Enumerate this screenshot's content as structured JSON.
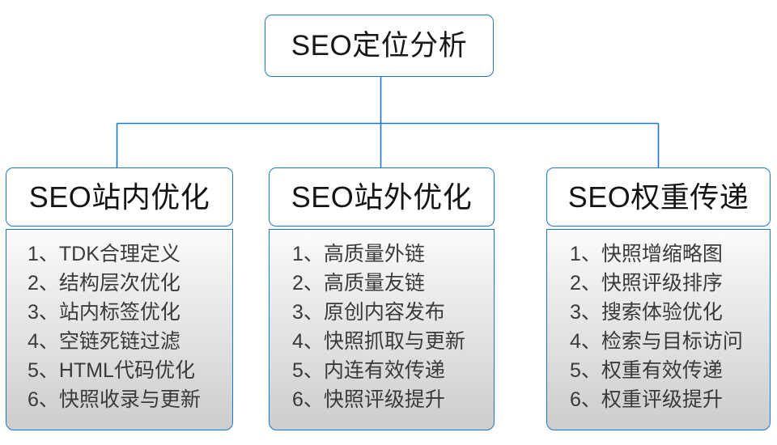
{
  "diagram": {
    "title": "SEO定位分析",
    "accent_color": "#1f77c4",
    "text_color": "#171717",
    "item_text_color": "#3a3a3a",
    "root": {
      "label": "SEO定位分析"
    },
    "columns": [
      {
        "header": "SEO站内优化",
        "items": [
          "1、TDK合理定义",
          "2、结构层次优化",
          "3、站内标签优化",
          "4、空链死链过滤",
          "5、HTML代码优化",
          "6、快照收录与更新"
        ]
      },
      {
        "header": "SEO站外优化",
        "items": [
          "1、高质量外链",
          "2、高质量友链",
          "3、原创内容发布",
          "4、快照抓取与更新",
          "5、内连有效传递",
          "6、快照评级提升"
        ]
      },
      {
        "header": "SEO权重传递",
        "items": [
          "1、快照增缩略图",
          "2、快照评级排序",
          "3、搜索体验优化",
          "4、检索与目标访问",
          "5、权重有效传递",
          "6、权重评级提升"
        ]
      }
    ]
  }
}
